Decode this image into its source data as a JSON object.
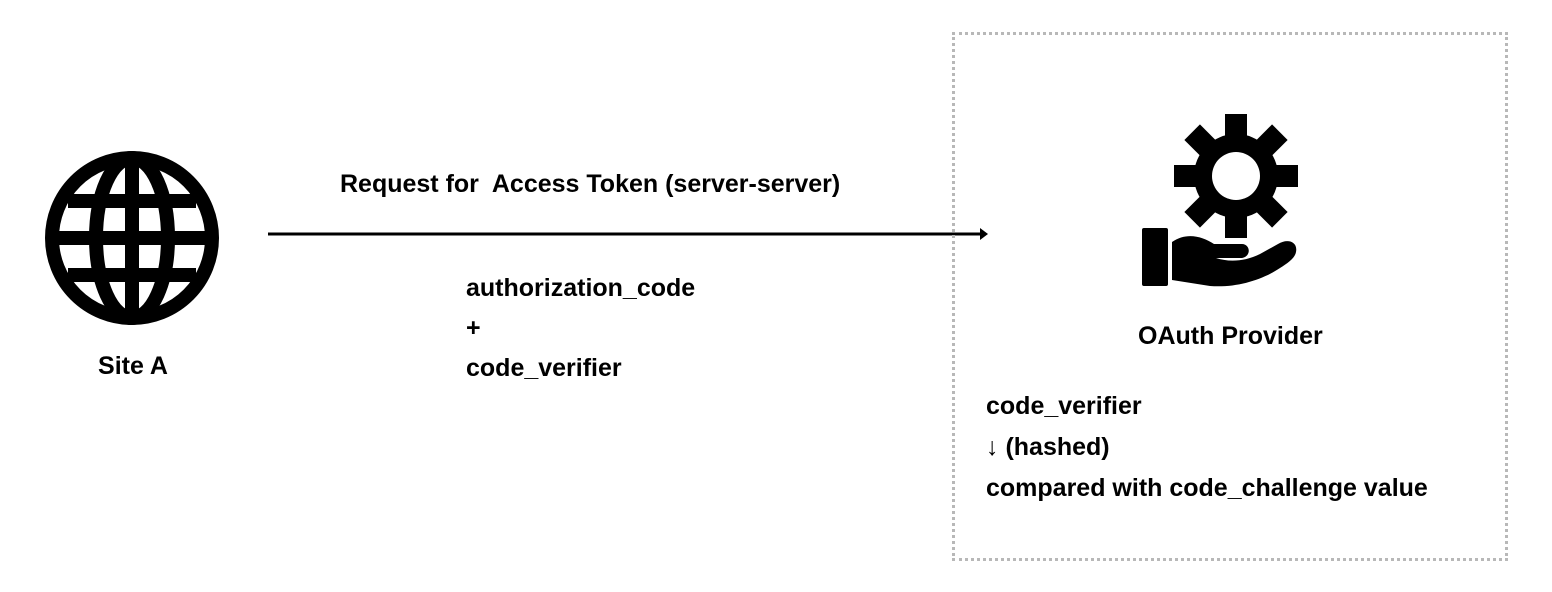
{
  "site": {
    "label": "Site A",
    "icon": "globe-icon"
  },
  "request": {
    "title": "Request for  Access Token (server-server)",
    "payload": [
      "authorization_code",
      "+",
      "code_verifier"
    ]
  },
  "provider": {
    "label": "OAuth Provider",
    "icon": "gear-hand-icon",
    "notes": [
      "code_verifier",
      "↓ (hashed)",
      "compared with code_challenge value"
    ]
  }
}
